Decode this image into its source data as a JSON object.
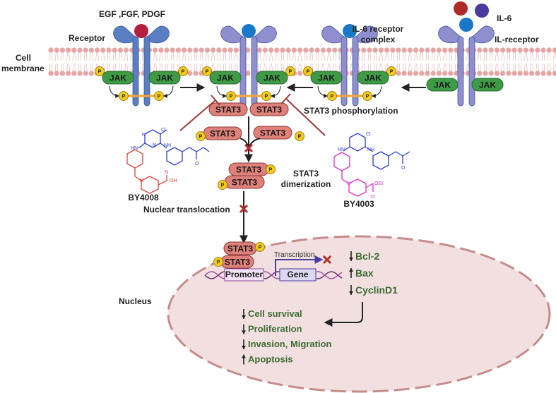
{
  "labels": {
    "growth_factors": "EGF ,FGF, PDGF",
    "receptor": "Receptor",
    "cell_membrane_1": "Cell",
    "cell_membrane_2": "membrane",
    "il6_receptor_complex_1": "IL-6 receptor",
    "il6_receptor_complex_2": "complex",
    "il6": "IL-6",
    "il_receptor": "IL-receptor",
    "stat3_phosphorylation": "STAT3 phosphorylation",
    "stat3_dimerization_1": "STAT3",
    "stat3_dimerization_2": "dimerization",
    "nuclear_translocation": "Nuclear translocation",
    "nucleus": "Nucleus",
    "transcription": "Transcription",
    "promoter": "Promoter",
    "gene": "Gene"
  },
  "proteins": {
    "jak": "JAK",
    "stat3": "STAT3",
    "phospho": "P"
  },
  "compounds": {
    "left": {
      "name": "BY4008",
      "atoms": {
        "cl": "Cl",
        "n": "N",
        "hn": "HN",
        "nh": "NH",
        "h": "H",
        "o": "O",
        "ohn": "N",
        "oh": "OH"
      }
    },
    "right": {
      "name": "BY4003",
      "atoms": {
        "cl": "Cl",
        "n": "N",
        "hn": "HN",
        "nh": "NH",
        "h": "H",
        "o": "O",
        "oet": "OEt"
      }
    }
  },
  "markers": [
    {
      "label": "Bcl-2",
      "direction": "down"
    },
    {
      "label": "Bax",
      "direction": "up"
    },
    {
      "label": "CyclinD1",
      "direction": "down"
    }
  ],
  "outcomes": [
    {
      "label": "Cell survival",
      "direction": "down"
    },
    {
      "label": "Proliferation",
      "direction": "down"
    },
    {
      "label": "Invasion, Migration",
      "direction": "down"
    },
    {
      "label": "Apoptosis",
      "direction": "up"
    }
  ],
  "colors": {
    "receptor_blue": "#5a7ec2",
    "receptor_purple": "#8f8fd0",
    "jak_green": "#3f9a45",
    "stat3_red": "#e0807a",
    "phospho_yellow": "#f2cc1a",
    "membrane": "#e8a3a3",
    "nucleus_fill": "#f1e0df",
    "inhibition": "#9b3a3a",
    "block_x": "#b32d2d",
    "outcome_green": "#3d6b35"
  }
}
